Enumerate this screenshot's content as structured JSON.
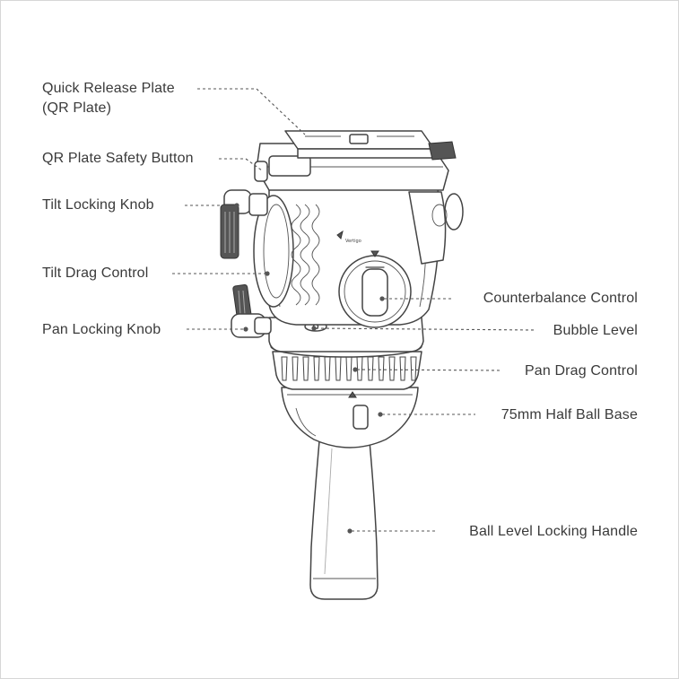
{
  "labels": {
    "quick_release_plate": "Quick Release Plate",
    "quick_release_plate_sub": "(QR Plate)",
    "qr_plate_safety_button": "QR Plate Safety Button",
    "tilt_locking_knob": "Tilt Locking Knob",
    "tilt_drag_control": "Tilt Drag Control",
    "pan_locking_knob": "Pan Locking Knob",
    "counterbalance_control": "Counterbalance Control",
    "bubble_level": "Bubble Level",
    "pan_drag_control": "Pan Drag Control",
    "half_ball_base": "75mm Half Ball Base",
    "ball_level_locking_handle": "Ball Level Locking Handle"
  },
  "colors": {
    "line": "#444444",
    "text": "#3a3a3a",
    "background": "#ffffff"
  }
}
